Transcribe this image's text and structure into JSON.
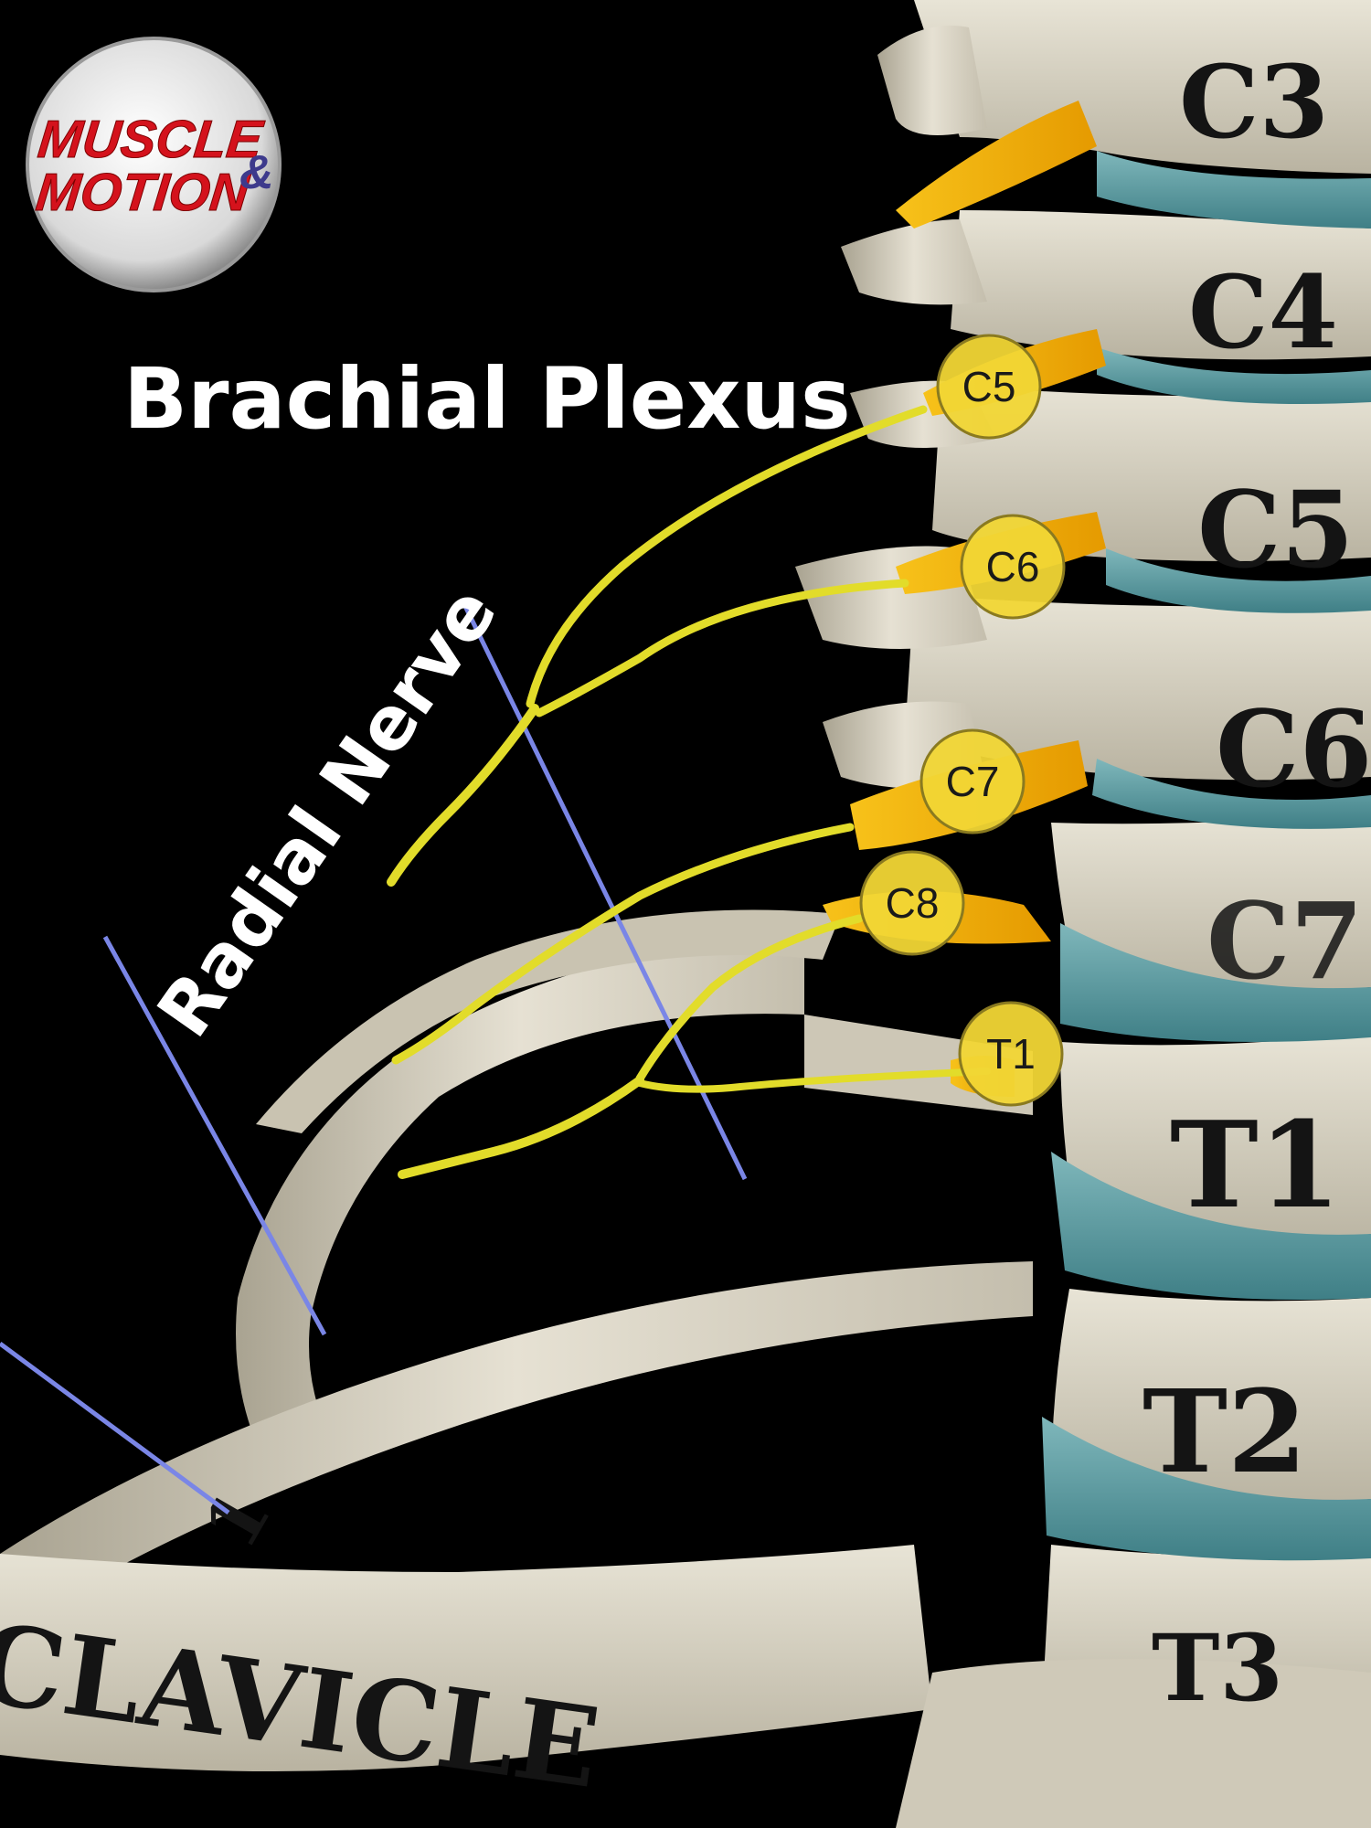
{
  "title": "Brachial Plexus",
  "nerve_label": "Radial Nerve",
  "logo": {
    "line1": "MUSCLE",
    "amp": "&",
    "line2": "MOTION"
  },
  "root_badges": [
    "C5",
    "C6",
    "C7",
    "C8",
    "T1"
  ],
  "vertebrae": [
    "C3",
    "C4",
    "C5",
    "C6",
    "C7",
    "T1",
    "T2",
    "T3"
  ],
  "bone_labels": {
    "rib": "1",
    "clavicle": "CLAVICLE"
  },
  "colors": {
    "background": "#000000",
    "bone": "#d9d4c4",
    "disc": "#5f9ea3",
    "nerve_root": "#f5b400",
    "nerve": "#e2dc2a",
    "badge": "#f1d635",
    "guide_line": "#7a86e6",
    "logo_red": "#d4121c",
    "logo_amp": "#3d3a8c"
  }
}
